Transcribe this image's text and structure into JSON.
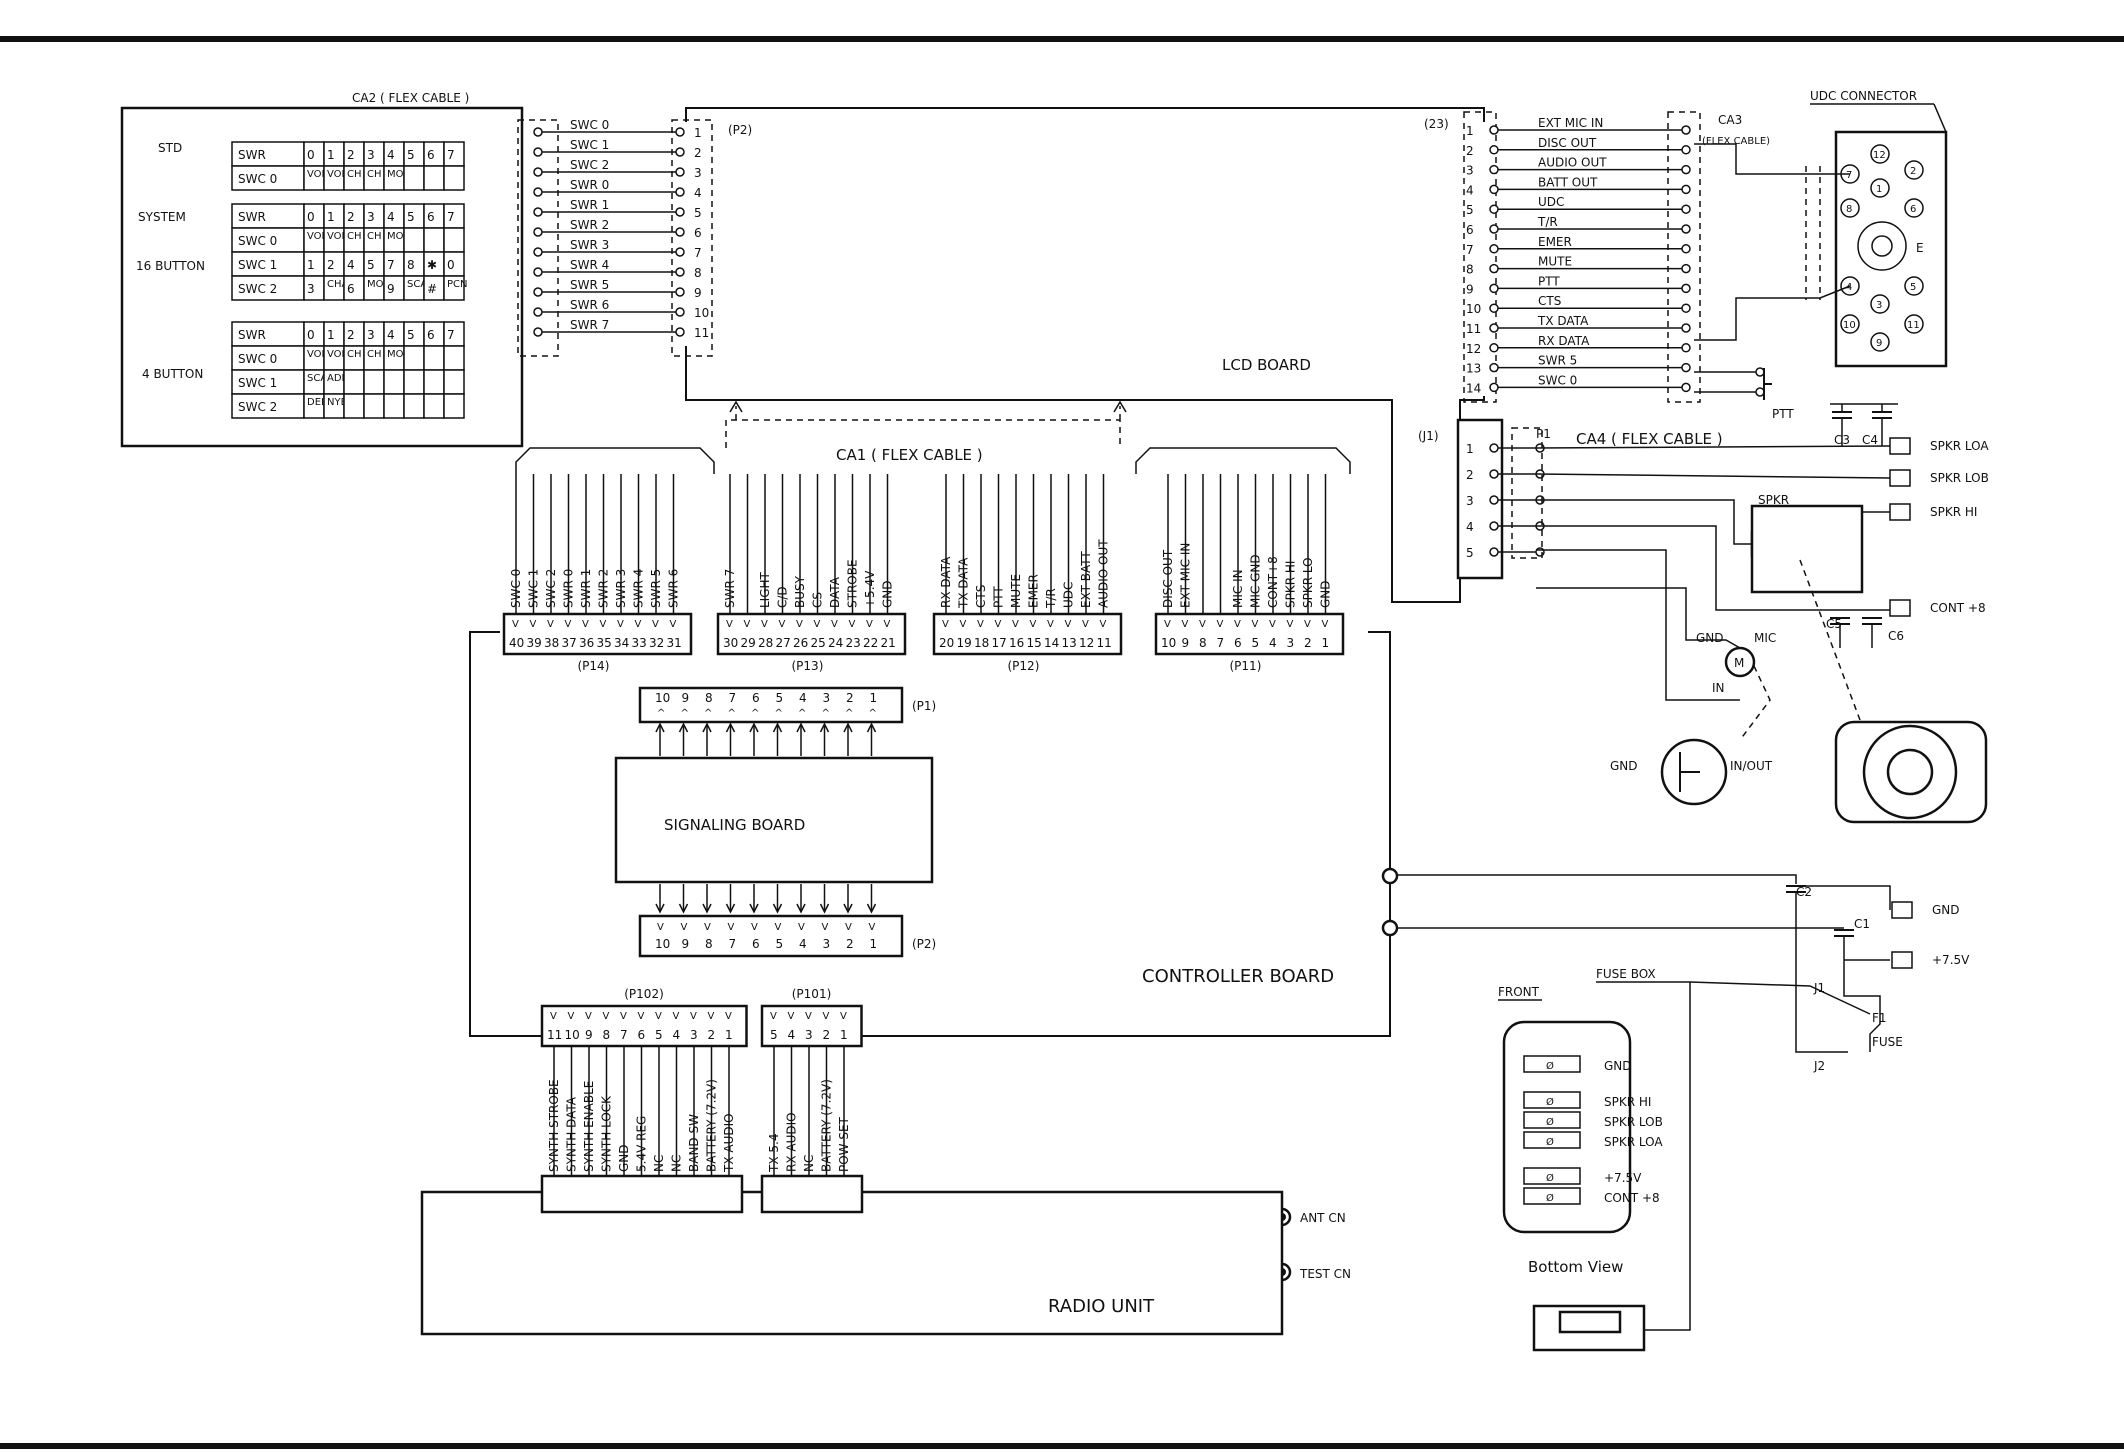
{
  "boards": {
    "lcd": "LCD  BOARD",
    "controller": "CONTROLLER BOARD",
    "signaling": "SIGNALING  BOARD",
    "radio": "RADIO UNIT"
  },
  "cables": {
    "ca1": "CA1  ( FLEX  CABLE )",
    "ca2": "CA2 ( FLEX CABLE )",
    "ca3": "CA3",
    "ca3_sub": "(FLEX CABLE)",
    "ca4": "CA4  ( FLEX  CABLE )"
  },
  "connectors": {
    "p2_lcd": "(P2)",
    "p23": "(23)",
    "j1": "(J1)",
    "p1_j": "P1",
    "p14": "(P14)",
    "p13": "(P13)",
    "p12": "(P12)",
    "p11": "(P11)",
    "p1": "(P1)",
    "p2": "(P2)",
    "p102": "(P102)",
    "p101": "(P101)"
  },
  "keypad": {
    "std_label": "STD",
    "system_label": "SYSTEM",
    "btn16_label": "16 BUTTON",
    "btn4_label": "4 BUTTON",
    "header": [
      "0",
      "1",
      "2",
      "3",
      "4",
      "5",
      "6",
      "7"
    ],
    "std": [
      [
        "SWR",
        "0",
        "1",
        "2",
        "3",
        "4",
        "5",
        "6",
        "7"
      ],
      [
        "SWC 0",
        "VOL +",
        "VOL −",
        "CH +",
        "CH −",
        "MON",
        "",
        "",
        ""
      ]
    ],
    "system": [
      [
        "SWR",
        "0",
        "1",
        "2",
        "3",
        "4",
        "5",
        "6",
        "7"
      ],
      [
        "SWC 0",
        "VOL +",
        "VOL −",
        "CH +",
        "CH −",
        "MON",
        "",
        "",
        ""
      ],
      [
        "SWC 1",
        "1",
        "2",
        "4",
        "5",
        "7",
        "8",
        "✱",
        "0"
      ],
      [
        "SWC 2",
        "3",
        "CHAN",
        "6",
        "MODE",
        "9",
        "SCAN",
        "#",
        "PCN"
      ]
    ],
    "four": [
      [
        "SWR",
        "0",
        "1",
        "2",
        "3",
        "4",
        "5",
        "6",
        "7"
      ],
      [
        "SWC 0",
        "VOL +",
        "VOL −",
        "CH +",
        "CH −",
        "MON",
        "",
        "",
        ""
      ],
      [
        "SWC 1",
        "SCAN",
        "ADD",
        "",
        "",
        "",
        "",
        "",
        ""
      ],
      [
        "SWC 2",
        "DEL",
        "NYBD",
        "",
        "",
        "",
        "",
        "",
        ""
      ]
    ]
  },
  "ca2_lines": [
    "SWC 0",
    "SWC 1",
    "SWC 2",
    "SWR 0",
    "SWR 1",
    "SWR 2",
    "SWR 3",
    "SWR 4",
    "SWR 5",
    "SWR 6",
    "SWR 7"
  ],
  "p2_pins": [
    "1",
    "2",
    "3",
    "4",
    "5",
    "6",
    "7",
    "8",
    "9",
    "10",
    "11"
  ],
  "ca3_lines": [
    "EXT MIC IN",
    "DISC OUT",
    "AUDIO OUT",
    "BATT OUT",
    "UDC",
    "T/R",
    "EMER",
    "MUTE",
    "PTT",
    "CTS",
    "TX DATA",
    "RX DATA",
    "SWR 5",
    "SWC 0"
  ],
  "p23_pins": [
    "1",
    "2",
    "3",
    "4",
    "5",
    "6",
    "7",
    "8",
    "9",
    "10",
    "11",
    "12",
    "13",
    "14"
  ],
  "j1_pins": [
    "1",
    "2",
    "3",
    "4",
    "5"
  ],
  "udc": {
    "title": "UDC CONNECTOR",
    "pins": [
      "12",
      "2",
      "8",
      "1",
      "6",
      "E",
      "4",
      "5",
      "3",
      "10",
      "11",
      "9",
      "7"
    ]
  },
  "p14": {
    "signals": [
      "SWC 0",
      "SWC 1",
      "SWC 2",
      "SWR 0",
      "SWR 1",
      "SWR 2",
      "SWR 3",
      "SWR 4",
      "SWR 5",
      "SWR 6"
    ],
    "pins": [
      "40",
      "39",
      "38",
      "37",
      "36",
      "35",
      "34",
      "33",
      "32",
      "31"
    ]
  },
  "p13": {
    "signals": [
      "SWR 7",
      "",
      "LIGHT",
      "C/D",
      "BUSY",
      "CS",
      "DATA",
      "STROBE",
      "+5.4V",
      "GND"
    ],
    "pins": [
      "30",
      "29",
      "28",
      "27",
      "26",
      "25",
      "24",
      "23",
      "22",
      "21"
    ]
  },
  "p12": {
    "signals": [
      "RX DATA",
      "TX DATA",
      "CTS",
      "PTT",
      "MUTE",
      "EMER",
      "T/R",
      "UDC",
      "EXT BATT",
      "AUDIO OUT"
    ],
    "pins": [
      "20",
      "19",
      "18",
      "17",
      "16",
      "15",
      "14",
      "13",
      "12",
      "11"
    ]
  },
  "p11": {
    "signals": [
      "DISC OUT",
      "EXT MIC IN",
      "",
      "",
      "MIC IN",
      "MIC GND",
      "CONT+8",
      "SPKR HI",
      "SPKR LO",
      "GND"
    ],
    "pins": [
      "10",
      "9",
      "8",
      "7",
      "6",
      "5",
      "4",
      "3",
      "2",
      "1"
    ]
  },
  "sig_pins": [
    "10",
    "9",
    "8",
    "7",
    "6",
    "5",
    "4",
    "3",
    "2",
    "1"
  ],
  "p102": {
    "signals": [
      "SYNTH STROBE",
      "SYNTH DATA",
      "SYNTH ENABLE",
      "SYNTH LOCK",
      "GND",
      "5.4V REG",
      "NC",
      "NC",
      "BAND SW",
      "BATTERY (7.2V)",
      "TX AUDIO"
    ],
    "pins": [
      "11",
      "10",
      "9",
      "8",
      "7",
      "6",
      "5",
      "4",
      "3",
      "2",
      "1"
    ]
  },
  "p101": {
    "signals": [
      "TX 5.4",
      "RX AUDIO",
      "NC",
      "BATTERY (7.2V)",
      "POW SET"
    ],
    "pins": [
      "5",
      "4",
      "3",
      "2",
      "1"
    ]
  },
  "right": {
    "spkr_loa": "SPKR LOA",
    "spkr_lob": "SPKR LOB",
    "spkr_hi": "SPKR HI",
    "cont8": "CONT +8",
    "spkr": "SPKR",
    "ptt": "PTT",
    "mic": "MIC",
    "gnd": "GND",
    "in": "IN",
    "in_out": "IN/OUT",
    "m": "M",
    "c2": "C2",
    "c1": "C1",
    "c3": "C3",
    "c4": "C4",
    "c5": "C5",
    "c6": "C6",
    "gnd2": "GND",
    "v75": "+7.5V",
    "j1": "J1",
    "j2": "J2",
    "f1": "F1",
    "fuse": "FUSE",
    "front": "FRONT",
    "fuse_box": "FUSE BOX",
    "fb_labels": [
      "GND",
      "SPKR HI",
      "SPKR LOB",
      "SPKR LOA",
      "+7.5V",
      "CONT +8"
    ],
    "bottom_view": "Bottom  View",
    "ant": "ANT CN",
    "test": "TEST CN"
  }
}
